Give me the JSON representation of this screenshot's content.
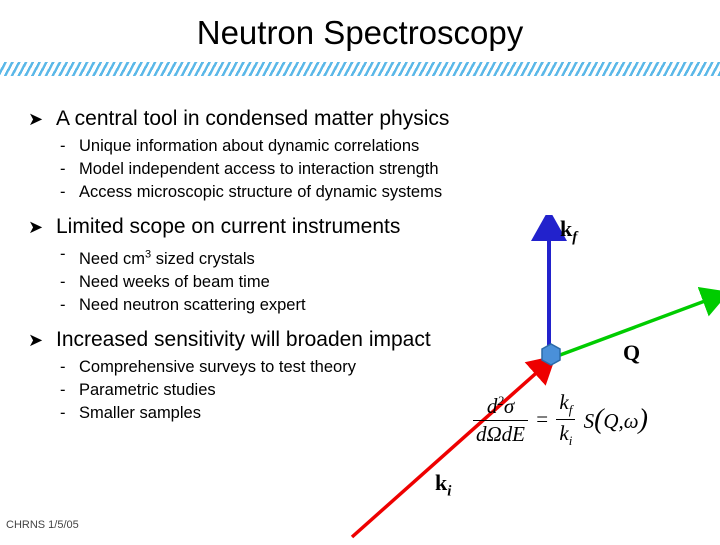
{
  "slide": {
    "title": "Neutron Spectroscopy",
    "footer": "CHRNS  1/5/05",
    "bullets": [
      {
        "text": "A central tool in condensed matter physics",
        "marker": "➤",
        "sub": [
          "Unique information about dynamic correlations",
          "Model independent access to interaction strength",
          "Access microscopic structure of dynamic systems"
        ]
      },
      {
        "text": "Limited scope on current instruments",
        "marker": "➤",
        "sub": [
          "Need cm3 sized crystals",
          "Need weeks of beam time",
          "Need neutron scattering expert"
        ]
      },
      {
        "text": "Increased sensitivity will broaden impact",
        "marker": "➤",
        "sub": [
          "Comprehensive surveys to test theory",
          "Parametric studies",
          "Smaller samples"
        ]
      }
    ],
    "sub_dash": "-"
  },
  "diagram": {
    "labels": {
      "kf_main": "k",
      "kf_sub": "f",
      "q": "Q",
      "ki_main": "k",
      "ki_sub": "i"
    },
    "colors": {
      "kf_arrow": "#2222cc",
      "q_arrow": "#00cc00",
      "ki_arrow": "#ee0000",
      "sample": "#4a90d9",
      "hatch": "#5bb8e8"
    },
    "equation": {
      "num_left": "d2σ",
      "den_left": "dΩdE",
      "equals": "=",
      "num_right": "kf",
      "den_right": "ki",
      "function": "S(Q,ω)"
    }
  }
}
